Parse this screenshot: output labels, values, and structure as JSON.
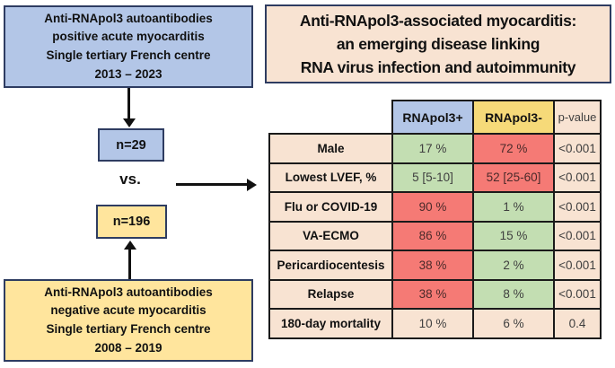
{
  "colors": {
    "blue_fill": "#b3c6e7",
    "yellow_fill": "#ffe59d",
    "header_yellow": "#f6da79",
    "peach_fill": "#f8e3d2",
    "green_cell": "#c3deb2",
    "red_cell": "#f57a75",
    "box_border": "#2e3c61",
    "table_border": "#1a1a1a",
    "arrow_color": "#111111",
    "value_text": "#3f3f3f"
  },
  "flow": {
    "positive_box_text": "Anti-RNApol3 autoantibodies\npositive acute myocarditis\nSingle tertiary French centre\n2013 – 2023",
    "n_positive": "n=29",
    "vs_label": "vs.",
    "n_negative": "n=196",
    "negative_box_text": "Anti-RNApol3 autoantibodies\nnegative acute myocarditis\nSingle tertiary French centre\n2008 – 2019"
  },
  "title": {
    "text": "Anti-RNApol3-associated myocarditis:\nan emerging disease linking\nRNA virus infection and autoimmunity"
  },
  "table": {
    "col_positive": "RNApol3+",
    "col_negative": "RNApol3-",
    "col_pvalue": "p-value",
    "rows": [
      {
        "label": "Male",
        "positive": "17 %",
        "positive_color": "green",
        "negative": "72 %",
        "negative_color": "red",
        "pvalue": "<0.001"
      },
      {
        "label": "Lowest LVEF, %",
        "positive": "5 [5-10]",
        "positive_color": "green",
        "negative": "52 [25-60]",
        "negative_color": "red",
        "pvalue": "<0.001"
      },
      {
        "label": "Flu or COVID-19",
        "positive": "90 %",
        "positive_color": "red",
        "negative": "1 %",
        "negative_color": "green",
        "pvalue": "<0.001"
      },
      {
        "label": "VA-ECMO",
        "positive": "86 %",
        "positive_color": "red",
        "negative": "15 %",
        "negative_color": "green",
        "pvalue": "<0.001"
      },
      {
        "label": "Pericardiocentesis",
        "positive": "38 %",
        "positive_color": "red",
        "negative": "2 %",
        "negative_color": "green",
        "pvalue": "<0.001"
      },
      {
        "label": "Relapse",
        "positive": "38 %",
        "positive_color": "red",
        "negative": "8 %",
        "negative_color": "green",
        "pvalue": "<0.001"
      },
      {
        "label": "180-day mortality",
        "positive": "10 %",
        "positive_color": "peach",
        "negative": "6 %",
        "negative_color": "peach",
        "pvalue": "0.4"
      }
    ]
  }
}
